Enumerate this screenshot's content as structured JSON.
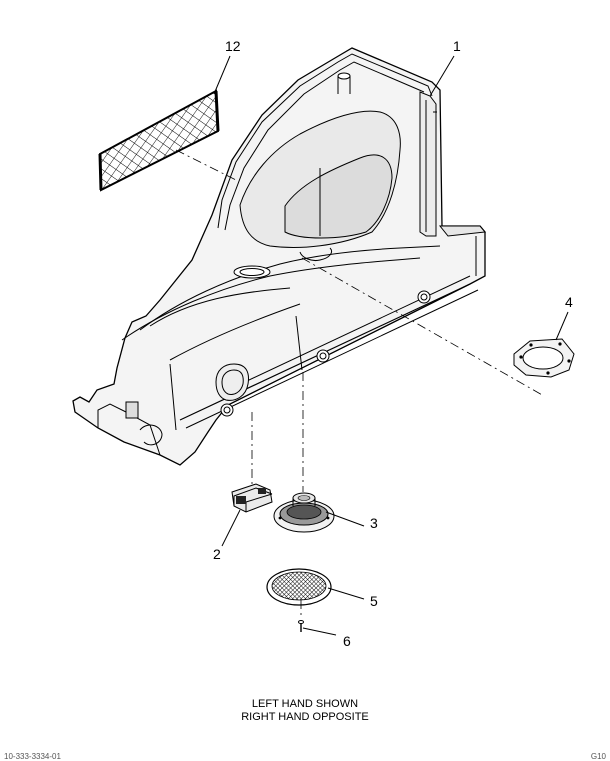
{
  "callouts": {
    "c1": "1",
    "c2": "2",
    "c3": "3",
    "c4": "4",
    "c5": "5",
    "c6": "6",
    "c12": "12"
  },
  "caption": {
    "line1": "LEFT HAND SHOWN",
    "line2": "RIGHT HAND OPPOSITE"
  },
  "footer": {
    "left": "10-333-3334-01",
    "right": "G10"
  },
  "parts": [
    {
      "callout": "1",
      "name": "quarter-trim-panel"
    },
    {
      "callout": "2",
      "name": "connector-module"
    },
    {
      "callout": "3",
      "name": "speaker"
    },
    {
      "callout": "4",
      "name": "speaker-gasket"
    },
    {
      "callout": "5",
      "name": "speaker-grille"
    },
    {
      "callout": "6",
      "name": "screw"
    },
    {
      "callout": "12",
      "name": "cargo-net"
    }
  ]
}
